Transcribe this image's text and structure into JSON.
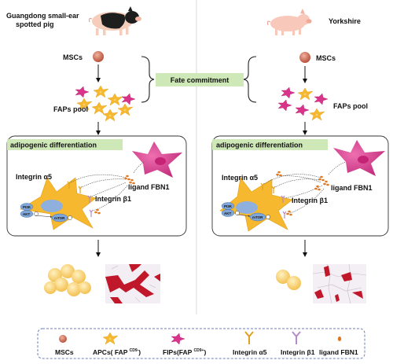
{
  "left_panel": {
    "animal_name_line1": "Guangdong small-ear",
    "animal_name_line2": "spotted pig",
    "stem_cell_label": "MSCs",
    "pool_label": "FAPs pool",
    "process_title": "adipogenic differentiation",
    "integrin_a5_label": "Integrin α5",
    "integrin_b1_label": "Integrin β1",
    "ligand_label": "ligand FBN1",
    "pi3k_label": "PI3K",
    "akt_label": "AKT",
    "mtor_label": "mTOR"
  },
  "right_panel": {
    "animal_name": "Yorkshire",
    "stem_cell_label": "MSCs",
    "pool_label": "FAPs pool",
    "process_title": "adipogenic differentiation",
    "integrin_a5_label": "Integrin α5",
    "integrin_b1_label": "Integrin β1",
    "ligand_label": "ligand FBN1",
    "pi3k_label": "PI3K",
    "akt_label": "AKT",
    "mtor_label": "mTOR"
  },
  "center": {
    "fate_label": "Fate commitment"
  },
  "legend": {
    "msc": "MSCs",
    "apc_prefix": "APCs( FAP ",
    "apc_sup": "CD9-",
    "apc_suffix": ")",
    "fip_prefix": "FIPs(FAP ",
    "fip_sup": "CD9+",
    "fip_suffix": ")",
    "integrin_a5": "Integrin α5",
    "integrin_b1": "Integrin β1",
    "ligand": "ligand FBN1"
  },
  "colors": {
    "apc": "#f5b82e",
    "fip": "#d9338a",
    "msc": "#cc6a50",
    "panel_green": "#cfe8b8",
    "integrin_a5": "#e0a020",
    "integrin_b1": "#b58bc8",
    "ligand": "#e07820",
    "histology_red": "#c0182a",
    "node_blue": "#7fa6d8"
  }
}
